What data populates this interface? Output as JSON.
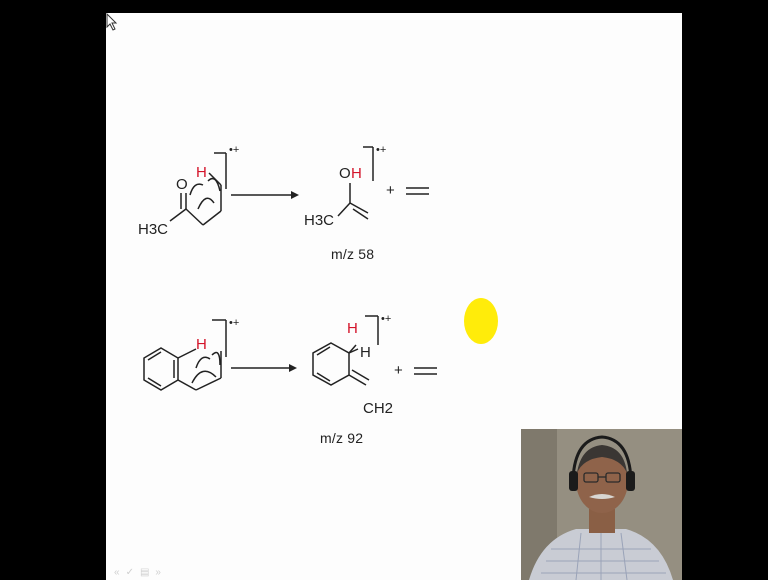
{
  "slide": {
    "reaction1": {
      "reactant_h": "H",
      "reactant_o": "O",
      "reactant_h3c": "H3C",
      "radical_charge": "•+",
      "product_oh_o": "O",
      "product_oh_h": "H",
      "product_h3c": "H3C",
      "product_charge": "•+",
      "plus": "+",
      "mz_label": "m/z 58"
    },
    "reaction2": {
      "reactant_h": "H",
      "radical_charge": "•+",
      "product_h_red": "H",
      "product_h": "H",
      "product_charge": "•+",
      "product_ch2": "CH2",
      "plus": "+",
      "mz_label": "m/z 92"
    },
    "nav_icons": [
      "arrow-left-icon",
      "pencil-icon",
      "slides-icon",
      "arrow-right-icon"
    ],
    "nav_glyphs": [
      "«",
      "✓",
      "▤",
      "»"
    ]
  },
  "colors": {
    "background": "#000000",
    "slide": "#fdfdfd",
    "highlight_h": "#d4142a",
    "cursor_halo": "#ffec0a"
  },
  "webcam": {
    "description_icon": "presenter-video-icon"
  }
}
